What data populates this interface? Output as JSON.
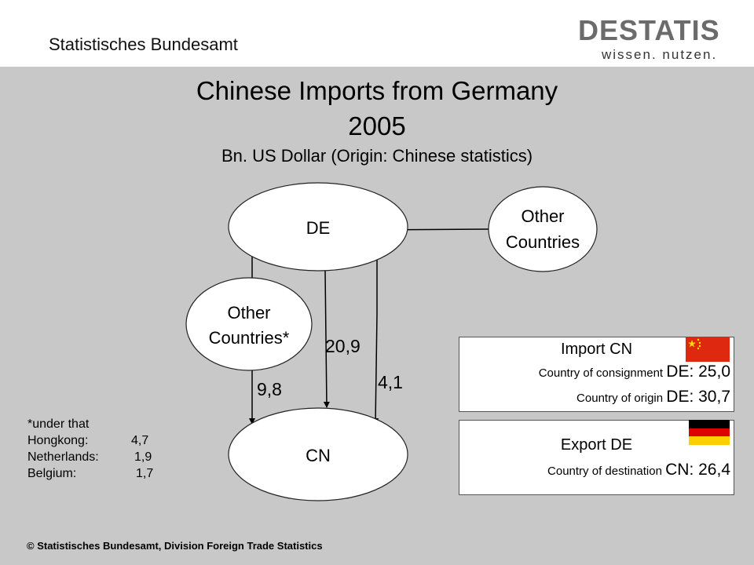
{
  "header": {
    "org_name": "Statistisches Bundesamt",
    "logo_text": "DESTATIS",
    "logo_tagline": "wissen. nutzen."
  },
  "slide": {
    "title_line1": "Chinese Imports from Germany",
    "title_line2": "2005",
    "subtitle": "Bn. US Dollar (Origin: Chinese statistics)"
  },
  "diagram": {
    "nodes": {
      "de": "DE",
      "cn": "CN",
      "other_countries_right_line1": "Other",
      "other_countries_right_line2": "Countries",
      "other_countries_left_line1": "Other",
      "other_countries_left_line2": "Countries*"
    },
    "flows": {
      "via_other_countries": "9,8",
      "direct": "20,9",
      "from_other_countries": "4,1"
    }
  },
  "import_box": {
    "title": "Import CN",
    "line1_small": "Country of consignment ",
    "line1_big": "DE: 25,0",
    "line2_small": "Country of origin ",
    "line2_big": "DE: 30,7",
    "flag": "china-flag-icon"
  },
  "export_box": {
    "title": "Export DE",
    "line1_small": "Country of destination ",
    "line1_big": "CN: 26,4",
    "flag": "germany-flag-icon"
  },
  "footnote": {
    "heading": "*under that",
    "rows": [
      {
        "country": "Hongkong:",
        "value": "4,7"
      },
      {
        "country": "Netherlands:",
        "value": "1,9"
      },
      {
        "country": "Belgium:",
        "value": "1,7"
      }
    ]
  },
  "footer": {
    "copyright": "© Statistisches Bundesamt, Division Foreign Trade Statistics"
  },
  "colors": {
    "slide_background": "#c8c8c8",
    "logo_gray": "#6b6b6b",
    "flag_red": "#de2910",
    "flag_yellow": "#ffde00",
    "flag_black": "#000000",
    "flag_gold": "#ffce00"
  }
}
